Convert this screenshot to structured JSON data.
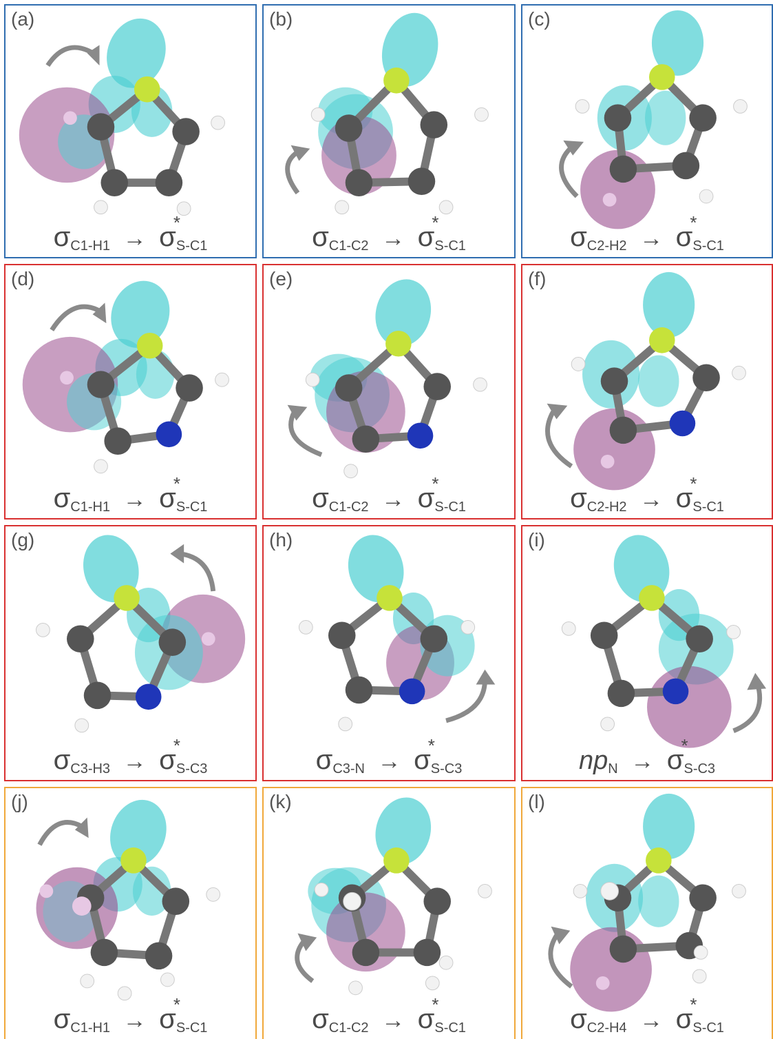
{
  "colors": {
    "blue_border": "#2f6db0",
    "red_border": "#d93030",
    "orange_border": "#f0a83a",
    "lobe_cyan": "#4ccfd2",
    "lobe_purple": "#9a4f8e",
    "atom_C": "#555555",
    "atom_S": "#c6e23a",
    "atom_N": "#1f36b8",
    "atom_H": "#f2f2f2",
    "arrow_gray": "#8a8a8a"
  },
  "panels": [
    {
      "label": "(a)",
      "group": "blue",
      "donor": "σ",
      "donor_sub": "C1-H1",
      "arrow": "→",
      "acceptor": "σ",
      "acceptor_star": "*",
      "acceptor_sub": "S-C1"
    },
    {
      "label": "(b)",
      "group": "blue",
      "donor": "σ",
      "donor_sub": "C1-C2",
      "arrow": "→",
      "acceptor": "σ",
      "acceptor_star": "*",
      "acceptor_sub": "S-C1"
    },
    {
      "label": "(c)",
      "group": "blue",
      "donor": "σ",
      "donor_sub": "C2-H2",
      "arrow": "→",
      "acceptor": "σ",
      "acceptor_star": "*",
      "acceptor_sub": "S-C1"
    },
    {
      "label": "(d)",
      "group": "red",
      "donor": "σ",
      "donor_sub": "C1-H1",
      "arrow": "→",
      "acceptor": "σ",
      "acceptor_star": "*",
      "acceptor_sub": "S-C1"
    },
    {
      "label": "(e)",
      "group": "red",
      "donor": "σ",
      "donor_sub": "C1-C2",
      "arrow": "→",
      "acceptor": "σ",
      "acceptor_star": "*",
      "acceptor_sub": "S-C1"
    },
    {
      "label": "(f)",
      "group": "red",
      "donor": "σ",
      "donor_sub": "C2-H2",
      "arrow": "→",
      "acceptor": "σ",
      "acceptor_star": "*",
      "acceptor_sub": "S-C1"
    },
    {
      "label": "(g)",
      "group": "red",
      "donor": "σ",
      "donor_sub": "C3-H3",
      "arrow": "→",
      "acceptor": "σ",
      "acceptor_star": "*",
      "acceptor_sub": "S-C3"
    },
    {
      "label": "(h)",
      "group": "red",
      "donor": "σ",
      "donor_sub": "C3-N",
      "arrow": "→",
      "acceptor": "σ",
      "acceptor_star": "*",
      "acceptor_sub": "S-C3"
    },
    {
      "label": "(i)",
      "group": "red",
      "donor": "np",
      "donor_sub": "N",
      "arrow": "→",
      "acceptor": "σ",
      "acceptor_star": "*",
      "acceptor_sub": "S-C3"
    },
    {
      "label": "(j)",
      "group": "orange",
      "donor": "σ",
      "donor_sub": "C1-H1",
      "arrow": "→",
      "acceptor": "σ",
      "acceptor_star": "*",
      "acceptor_sub": "S-C1"
    },
    {
      "label": "(k)",
      "group": "orange",
      "donor": "σ",
      "donor_sub": "C1-C2",
      "arrow": "→",
      "acceptor": "σ",
      "acceptor_star": "*",
      "acceptor_sub": "S-C1"
    },
    {
      "label": "(l)",
      "group": "orange",
      "donor": "σ",
      "donor_sub": "C2-H4",
      "arrow": "→",
      "acceptor": "σ",
      "acceptor_star": "*",
      "acceptor_sub": "S-C1"
    }
  ]
}
